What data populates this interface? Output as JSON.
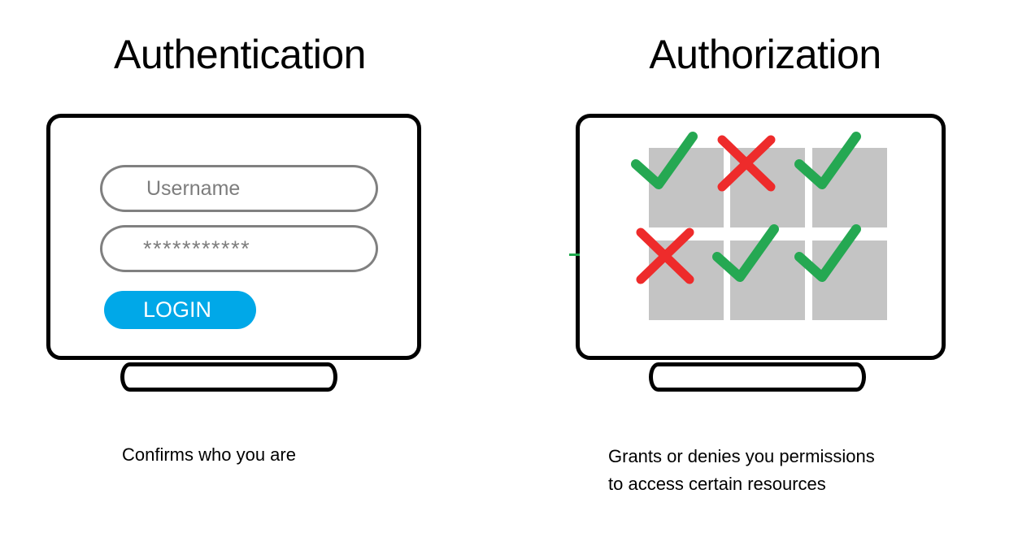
{
  "panels": {
    "left": {
      "title": "Authentication",
      "caption": "Confirms who you are",
      "form": {
        "username_placeholder": "Username",
        "password_value": "***********",
        "login_label": "LOGIN",
        "button_color": "#00a8e8",
        "field_border_color": "#808080",
        "placeholder_color": "#7d7d7d"
      }
    },
    "right": {
      "title": "Authorization",
      "caption": "Grants or denies you permissions\nto access certain resources",
      "grid": {
        "rows": 2,
        "columns": 3,
        "tile_color": "#c4c4c4",
        "allow_color": "#25a852",
        "deny_color": "#ee2b2b",
        "cells": [
          {
            "mark": "check-icon",
            "state": "allowed"
          },
          {
            "mark": "cross-icon",
            "state": "denied"
          },
          {
            "mark": "check-icon",
            "state": "allowed"
          },
          {
            "mark": "cross-icon",
            "state": "denied"
          },
          {
            "mark": "check-icon",
            "state": "allowed"
          },
          {
            "mark": "check-icon",
            "state": "allowed"
          }
        ]
      }
    }
  },
  "theme": {
    "background": "#ffffff",
    "outline": "#000000"
  }
}
